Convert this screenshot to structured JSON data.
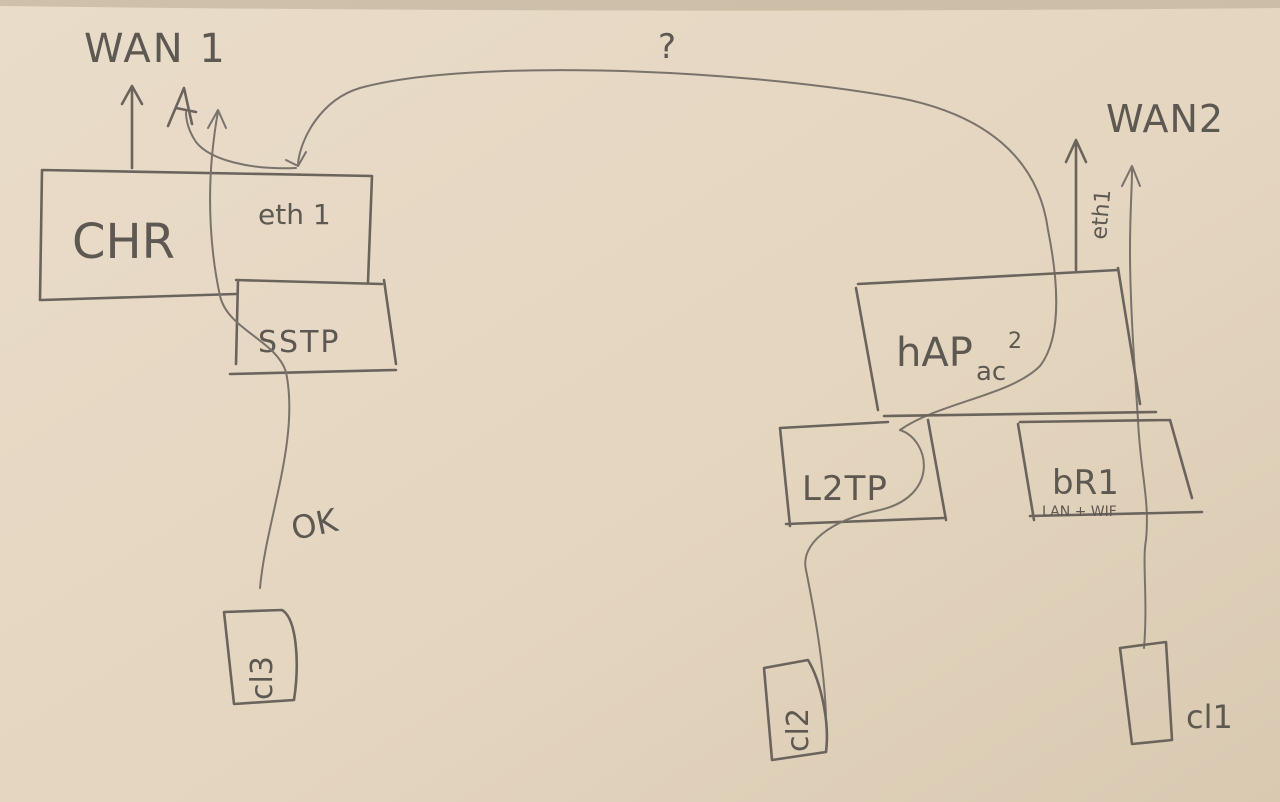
{
  "labels": {
    "wan1": "WAN 1",
    "wan2": "WAN2",
    "question": "?",
    "chr": "CHR",
    "eth1_chr": "eth 1",
    "sstp": "SSTP",
    "ok": "OK",
    "client3": "cl3",
    "hap": "hAP",
    "hap_sub": "ac",
    "hap_sup": "2",
    "eth1_hap": "eth1",
    "l2tp": "L2TP",
    "br1": "bR1",
    "br1_sub": "LAN + WIF",
    "client2": "cl2",
    "client1": "cl1"
  },
  "colors": {
    "paper": "#e6d8c4",
    "pencil": "#6b645d"
  }
}
